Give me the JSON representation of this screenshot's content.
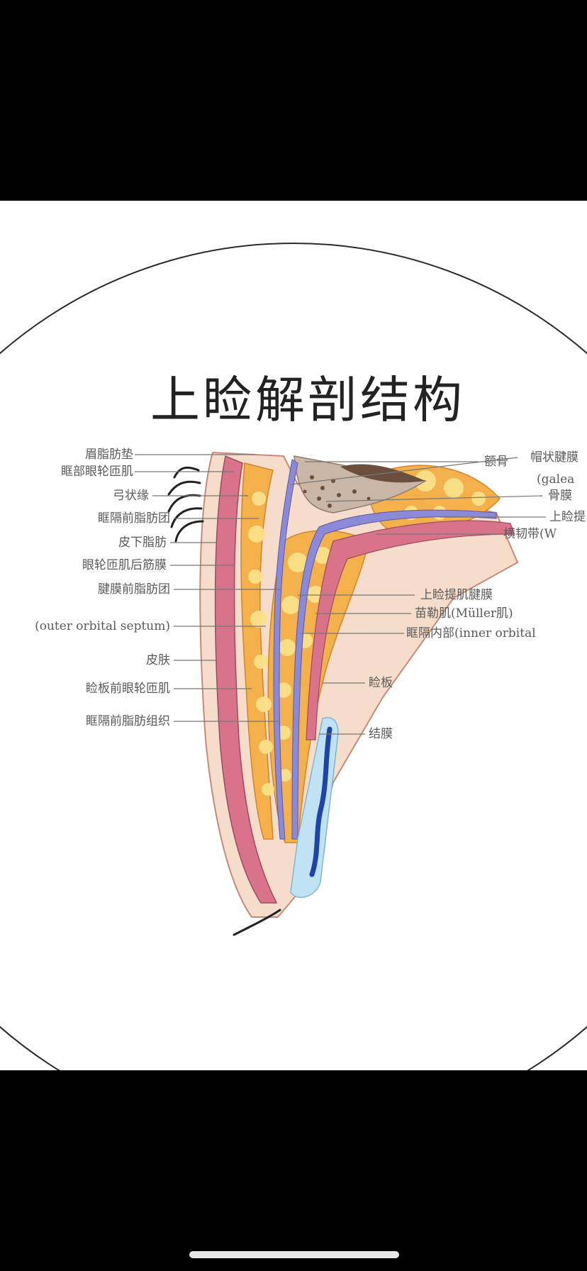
{
  "title": "上睑解剖结构",
  "labels": {
    "brow_fat_pad": "眉脂肪垫",
    "orbital_orbicularis": "眶部眼轮匝肌",
    "arcus_marginalis": "弓状缘",
    "preseptal_fat_pad": "眶隔前脂肪团",
    "subcutaneous_fat": "皮下脂肪",
    "roof_fascia": "眼轮匝肌后筋膜",
    "preaponeurotic_fat": "腱膜前脂肪团",
    "outer_septum": "(outer orbital septum)",
    "skin": "皮肤",
    "pretarsal_orbicularis": "睑板前眼轮匝肌",
    "preseptal_fat_tissue": "眶隔前脂肪组织",
    "frontal_bone": "额骨",
    "galea_cn": "帽状腱膜",
    "galea_en": "(galea",
    "periosteum": "骨膜",
    "levator_partial": "上睑提",
    "whitnall": "横韧带(W",
    "levator_aponeurosis": "上睑提肌腱膜",
    "muller": "苗勒肌(Müller肌)",
    "inner_septum": "眶隔内部(inner orbital",
    "tarsus": "睑板",
    "conjunctiva": "结膜"
  },
  "colors": {
    "skin": "#f6dccb",
    "muscle": "#d9738a",
    "fat": "#f4b04b",
    "fat_light": "#fbe18a",
    "septum": "#8c8ad6",
    "bone": "#c9b6a6",
    "tarsus": "#bfe3f4",
    "tarsus_gland": "#1f44a8",
    "leader": "#777777"
  }
}
